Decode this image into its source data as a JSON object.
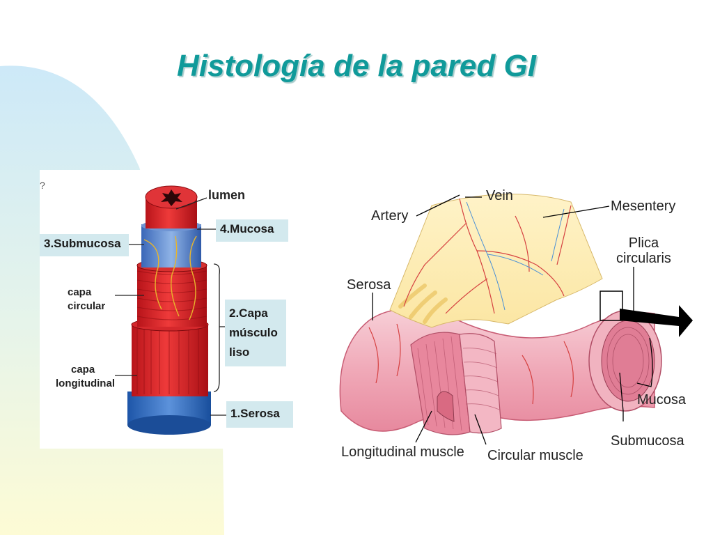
{
  "slide": {
    "title": "Histología de la pared GI",
    "accent_color": "#109a9a"
  },
  "left_diagram": {
    "corner_mark": "?",
    "labels": {
      "lumen": "lumen",
      "mucosa": "4.Mucosa",
      "submucosa": "3.Submucosa",
      "capa_circular": [
        "capa",
        "circular"
      ],
      "capa_musculo": [
        "2.Capa",
        "músculo",
        "liso"
      ],
      "capa_longitudinal": [
        "capa",
        "longitudinal"
      ],
      "serosa": "1.Serosa"
    }
  },
  "right_diagram": {
    "labels": {
      "vein": "Vein",
      "artery": "Artery",
      "mesentery": "Mesentery",
      "plica": [
        "Plica",
        "circularis"
      ],
      "serosa": "Serosa",
      "mucosa": "Mucosa",
      "submucosa": "Submucosa",
      "longitudinal_muscle": "Longitudinal muscle",
      "circular_muscle": "Circular muscle"
    }
  }
}
